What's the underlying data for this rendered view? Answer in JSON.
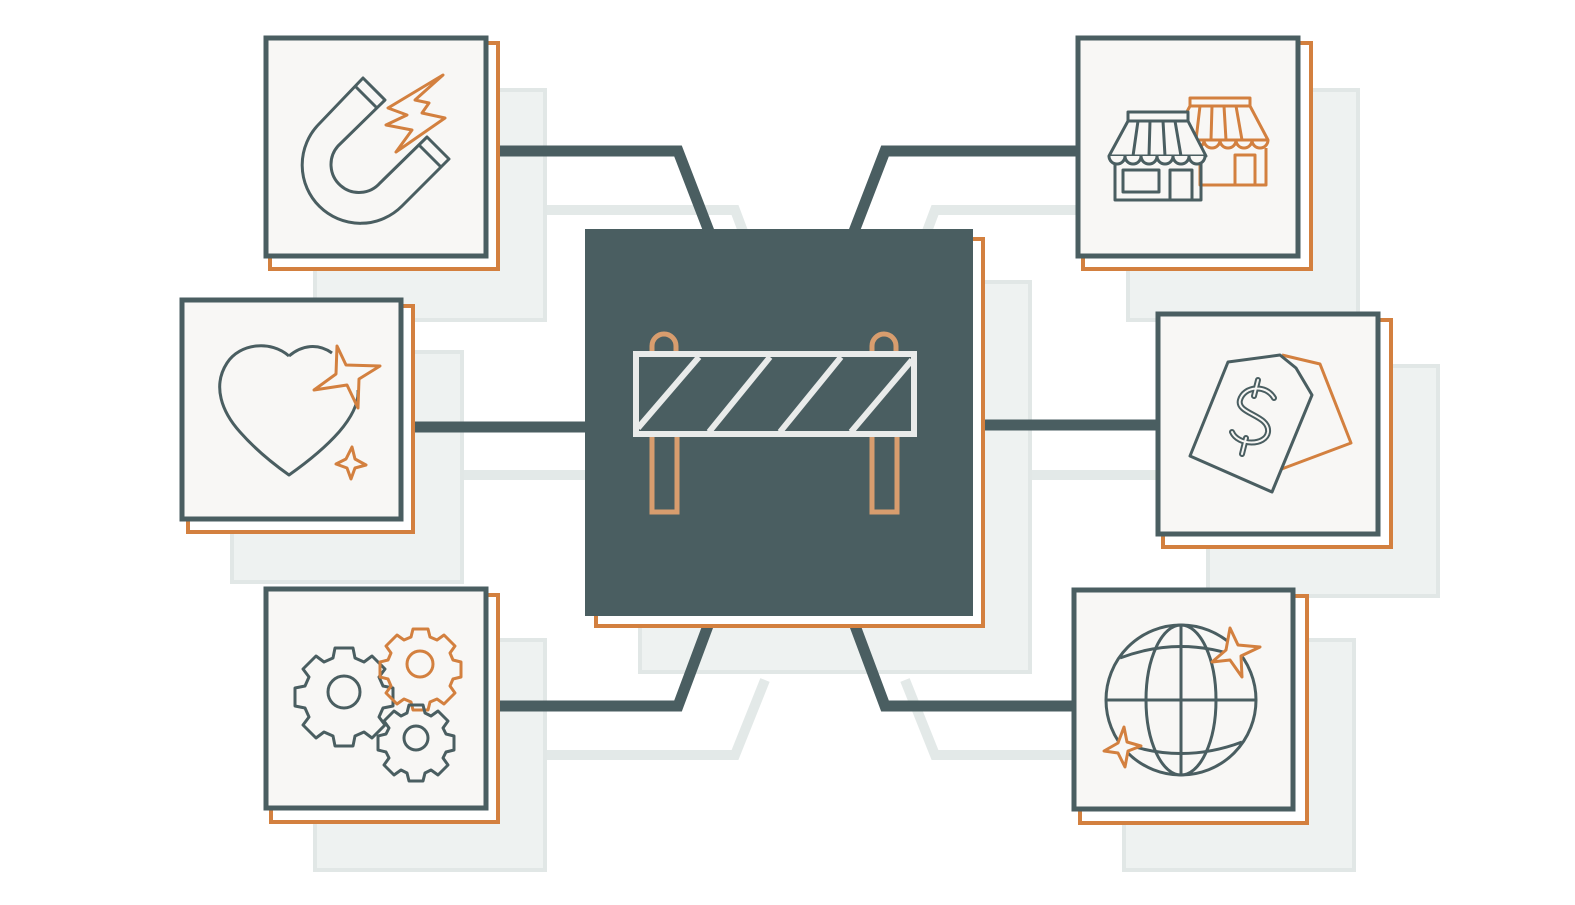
{
  "colors": {
    "slate": "#4a5e61",
    "orange": "#d3803f",
    "orange_light": "#d89d6e",
    "card_fill": "#f8f7f5",
    "ghost": "#dfe6e5",
    "white": "#ffffff"
  },
  "center": {
    "icon": "road-barrier-icon"
  },
  "nodes": [
    {
      "id": "top-left",
      "icon": "magnet-icon"
    },
    {
      "id": "middle-left",
      "icon": "heart-sparkle-icon"
    },
    {
      "id": "bottom-left",
      "icon": "gears-icon"
    },
    {
      "id": "top-right",
      "icon": "storefronts-icon"
    },
    {
      "id": "middle-right",
      "icon": "price-tags-icon"
    },
    {
      "id": "bottom-right",
      "icon": "globe-sparkle-icon"
    }
  ]
}
